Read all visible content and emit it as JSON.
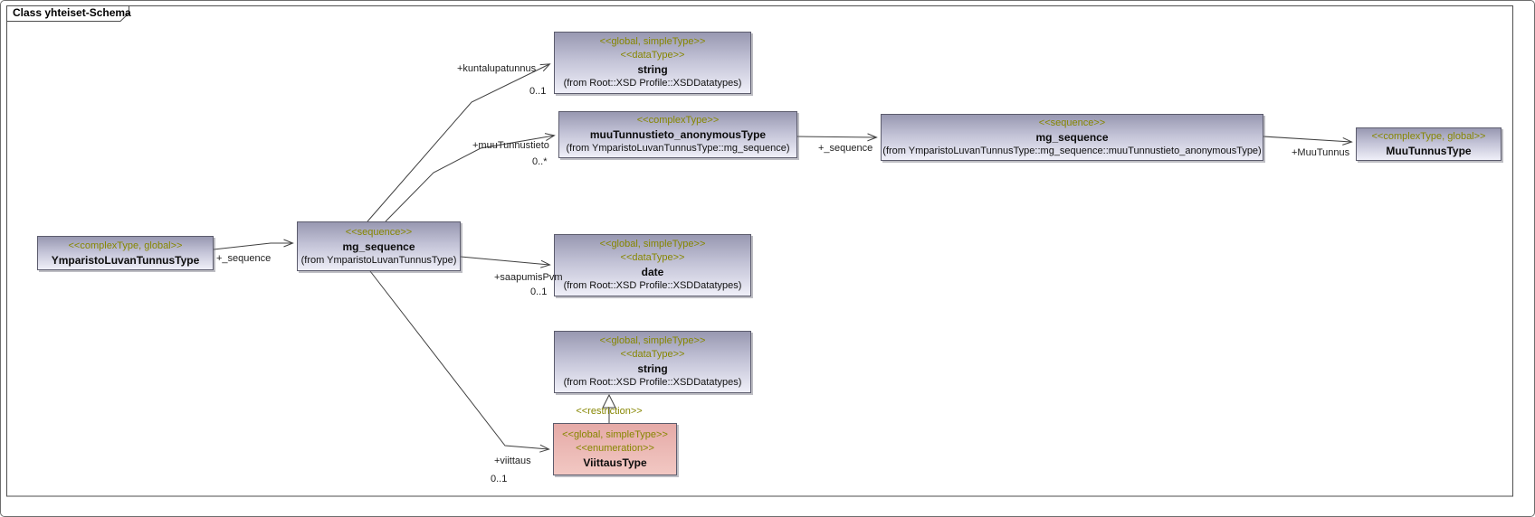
{
  "diagram": {
    "title": "Class yhteiset-Schema",
    "colors": {
      "stereotype": "#868600",
      "node_fill_top": "#9898b1",
      "node_fill_bottom": "#efeff8",
      "node_border": "#5c5c6d",
      "enum_fill_top": "#e5aaa7",
      "enum_fill_bottom": "#f2c8c3",
      "edge": "#404040",
      "frame_border": "#4e4e4e"
    },
    "nodes": [
      {
        "stereotype1": "<<complexType, global>>",
        "name": "YmparistoLuvanTunnusType"
      },
      {
        "stereotype1": "<<sequence>>",
        "name": "mg_sequence",
        "from": "(from YmparistoLuvanTunnusType)"
      },
      {
        "stereotype1": "<<global, simpleType>>",
        "stereotype2": "<<dataType>>",
        "name": "string",
        "from": "(from Root::XSD Profile::XSDDatatypes)"
      },
      {
        "stereotype1": "<<complexType>>",
        "name": "muuTunnustieto_anonymousType",
        "from": "(from YmparistoLuvanTunnusType::mg_sequence)"
      },
      {
        "stereotype1": "<<sequence>>",
        "name": "mg_sequence",
        "from": "(from YmparistoLuvanTunnusType::mg_sequence::muuTunnustieto_anonymousType)"
      },
      {
        "stereotype1": "<<complexType, global>>",
        "name": "MuuTunnusType"
      },
      {
        "stereotype1": "<<global, simpleType>>",
        "stereotype2": "<<dataType>>",
        "name": "date",
        "from": "(from Root::XSD Profile::XSDDatatypes)"
      },
      {
        "stereotype1": "<<global, simpleType>>",
        "stereotype2": "<<dataType>>",
        "name": "string",
        "from": "(from Root::XSD Profile::XSDDatatypes)"
      },
      {
        "stereotype1": "<<global, simpleType>>",
        "stereotype2": "<<enumeration>>",
        "name": "ViittausType"
      }
    ],
    "edges": [
      {
        "type": "association",
        "source": "YmparistoLuvanTunnusType",
        "target": "mg_sequence",
        "label": "+_sequence"
      },
      {
        "type": "association",
        "source": "mg_sequence",
        "target": "string",
        "label": "+kuntalupatunnus",
        "multiplicity": "0..1"
      },
      {
        "type": "association",
        "source": "mg_sequence",
        "target": "muuTunnustieto_anonymousType",
        "label": "+muuTunnustieto",
        "multiplicity": "0..*"
      },
      {
        "type": "association",
        "source": "muuTunnustieto_anonymousType",
        "target": "mg_sequence",
        "label": "+_sequence"
      },
      {
        "type": "association",
        "source": "mg_sequence",
        "target": "MuuTunnusType",
        "label": "+MuuTunnus"
      },
      {
        "type": "association",
        "source": "mg_sequence",
        "target": "date",
        "label": "+saapumisPvm",
        "multiplicity": "0..1"
      },
      {
        "type": "association",
        "source": "mg_sequence",
        "target": "ViittausType",
        "label": "+viittaus",
        "multiplicity": "0..1"
      },
      {
        "type": "generalization",
        "source": "ViittausType",
        "target": "string",
        "label": "<<restriction>>"
      }
    ]
  }
}
